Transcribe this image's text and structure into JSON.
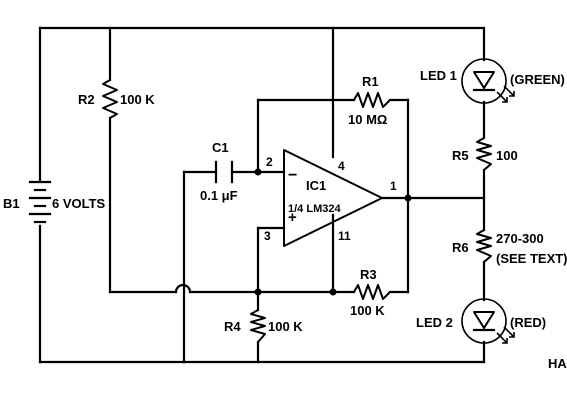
{
  "battery": {
    "ref": "B1",
    "value": "6 VOLTS"
  },
  "r1": {
    "ref": "R1",
    "value": "10 MΩ"
  },
  "r2": {
    "ref": "R2",
    "value": "100 K"
  },
  "r3": {
    "ref": "R3",
    "value": "100 K"
  },
  "r4": {
    "ref": "R4",
    "value": "100 K"
  },
  "r5": {
    "ref": "R5",
    "value": "100"
  },
  "r6": {
    "ref": "R6",
    "value": "270-300",
    "note": "(SEE TEXT)"
  },
  "c1": {
    "ref": "C1",
    "value": "0.1 μF"
  },
  "ic1": {
    "ref": "IC1",
    "part": "1/4 LM324",
    "pin_inv": "2",
    "pin_noninv": "3",
    "pin_out": "1",
    "pin_vcc": "4",
    "pin_gnd": "11",
    "minus": "−",
    "plus": "+"
  },
  "led1": {
    "ref": "LED 1",
    "color": "(GREEN)"
  },
  "led2": {
    "ref": "LED 2",
    "color": "(RED)"
  },
  "corner_text": "HA"
}
